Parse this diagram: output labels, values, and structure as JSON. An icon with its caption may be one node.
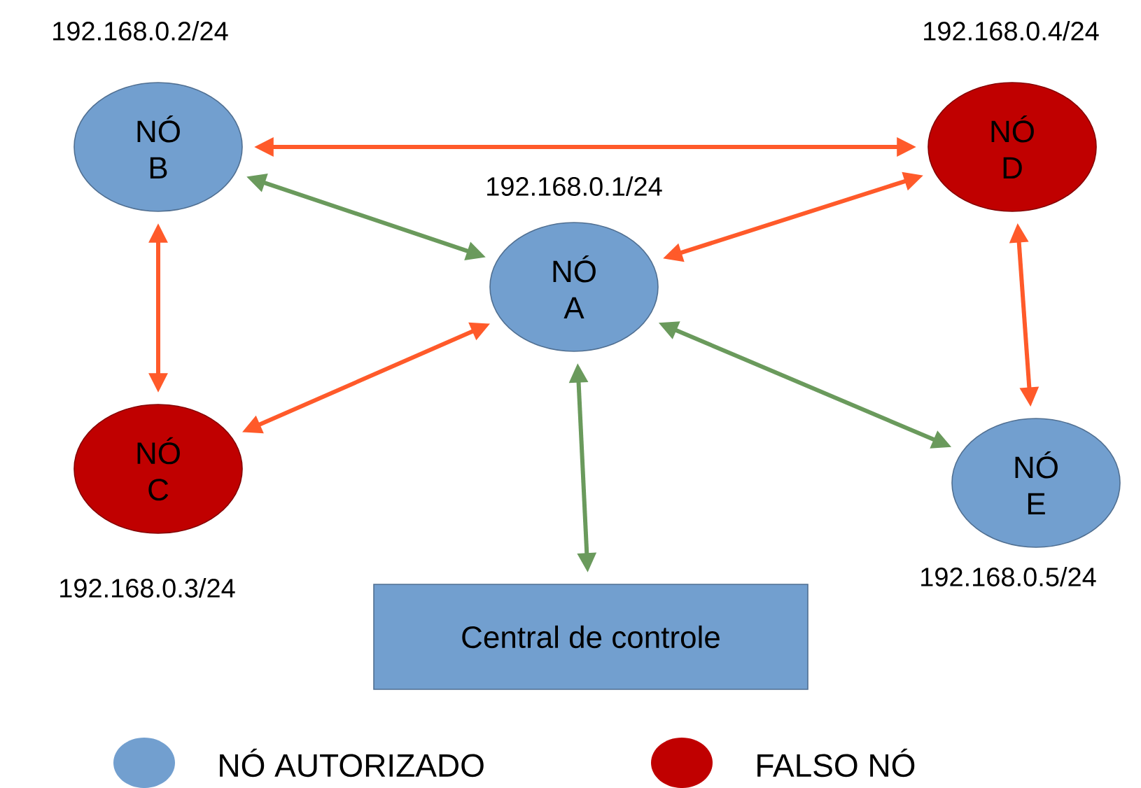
{
  "diagram": {
    "nodes": [
      {
        "text": [
          "NÓ B"
        ],
        "beside": [
          "192.168.0.2/24"
        ]
      },
      {
        "text": [
          "NÓ D"
        ],
        "beside": [
          "192.168.0.4/24"
        ]
      },
      {
        "text": [
          "NÓ A"
        ],
        "beside": [
          "192.168.0.1/24"
        ]
      },
      {
        "text": [
          "NÓ C"
        ],
        "beside": [
          "192.168.0.3/24"
        ]
      },
      {
        "text": [
          "NÓ E"
        ],
        "beside": [
          "192.168.0.5/24"
        ]
      },
      {
        "text": [
          "Central de controle"
        ]
      }
    ],
    "edges": [
      {
        "from": 0,
        "to": 1,
        "arrow": "both"
      },
      {
        "from": 0,
        "to": 2,
        "arrow": "both",
        "color": "#6a9a5c"
      },
      {
        "from": 1,
        "to": 2,
        "arrow": "both"
      },
      {
        "from": 0,
        "to": 3,
        "arrow": "both"
      },
      {
        "from": 3,
        "to": 2,
        "arrow": "both"
      },
      {
        "from": 2,
        "to": 4,
        "arrow": "both",
        "color": "#6a9a5c"
      },
      {
        "from": 1,
        "to": 4,
        "arrow": "both"
      },
      {
        "from": 2,
        "to": 5,
        "arrow": "both",
        "color": "#6a9a5c"
      }
    ],
    "legend": [
      {
        "text": "NÓ AUTORIZADO",
        "color": "#729fcf"
      },
      {
        "text": "FALSO NÓ",
        "color": "#c00000"
      }
    ]
  }
}
